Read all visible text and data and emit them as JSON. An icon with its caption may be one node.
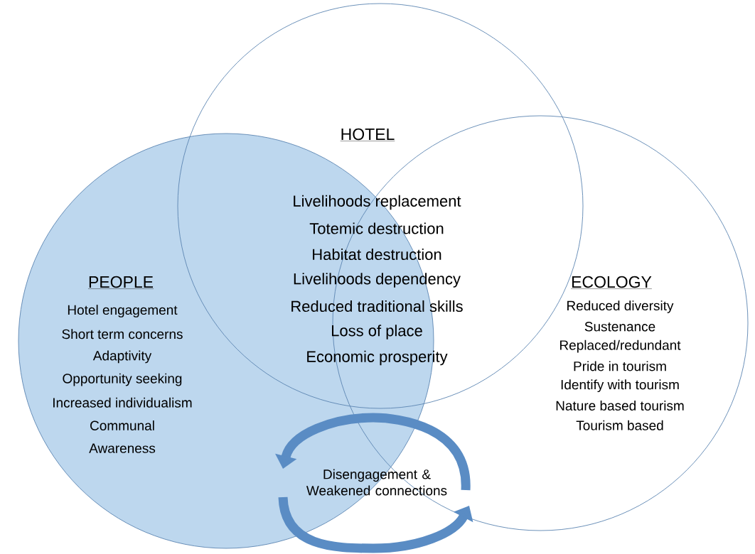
{
  "diagram": {
    "nodes": [
      {
        "text": [
          "PEOPLE",
          "Hotel engagement",
          "Short term concerns",
          "Adaptivity",
          "Opportunity seeking",
          "Increased individualism",
          "Communal",
          "Awareness"
        ]
      },
      {
        "text": [
          "HOTEL",
          "Livelihoods replacement",
          "Totemic destruction",
          "Habitat destruction",
          "Livelihoods dependency",
          "Reduced traditional skills",
          "Loss of place",
          "Economic prosperity"
        ]
      },
      {
        "text": [
          "ECOLOGY",
          "Reduced diversity",
          "Sustenance",
          "Replaced/redundant",
          "Pride in tourism",
          "Identify with tourism",
          "Nature based tourism",
          "Tourism based"
        ]
      }
    ],
    "edges": [
      {
        "from": 2,
        "to": 0,
        "arrow": "to"
      },
      {
        "from": 0,
        "to": 2,
        "arrow": "to"
      }
    ],
    "labels": [
      "Disengagement & Weakened connections"
    ]
  }
}
